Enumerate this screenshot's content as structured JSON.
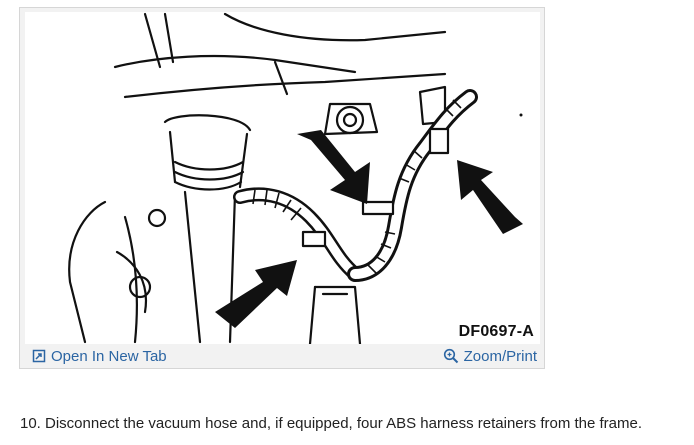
{
  "figure": {
    "code": "DF0697-A",
    "open_tab_label": "Open In New Tab",
    "open_tab_icon": "open-new-tab-icon",
    "zoom_label": "Zoom/Print",
    "zoom_icon": "magnifier-icon",
    "link_color": "#2b65a3"
  },
  "caption": {
    "text": "10. Disconnect the vacuum hose and, if equipped, four ABS harness retainers from the frame."
  }
}
